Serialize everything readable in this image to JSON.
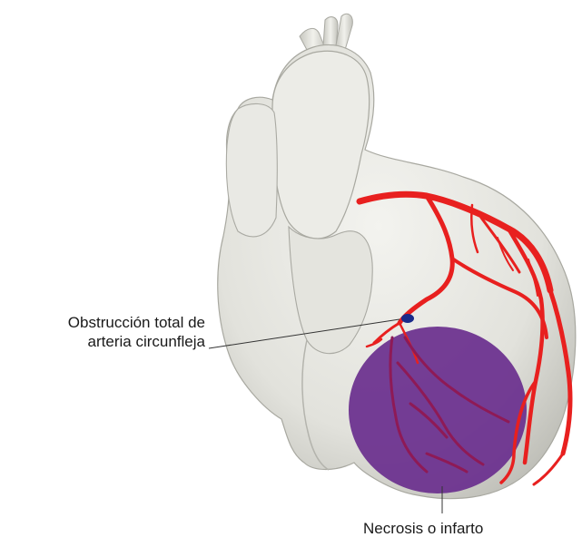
{
  "labels": {
    "obstruction_line1": "Obstrucción total de",
    "obstruction_line2": "arteria circunfleja",
    "necrosis": "Necrosis o infarto"
  },
  "colors": {
    "heart_fill": "#e7e7e2",
    "heart_shadow": "#c9c9c2",
    "artery": "#e8201f",
    "infarct": "#6a2f8e",
    "occlusion": "#1a2a8a",
    "leader_line": "#333333"
  }
}
